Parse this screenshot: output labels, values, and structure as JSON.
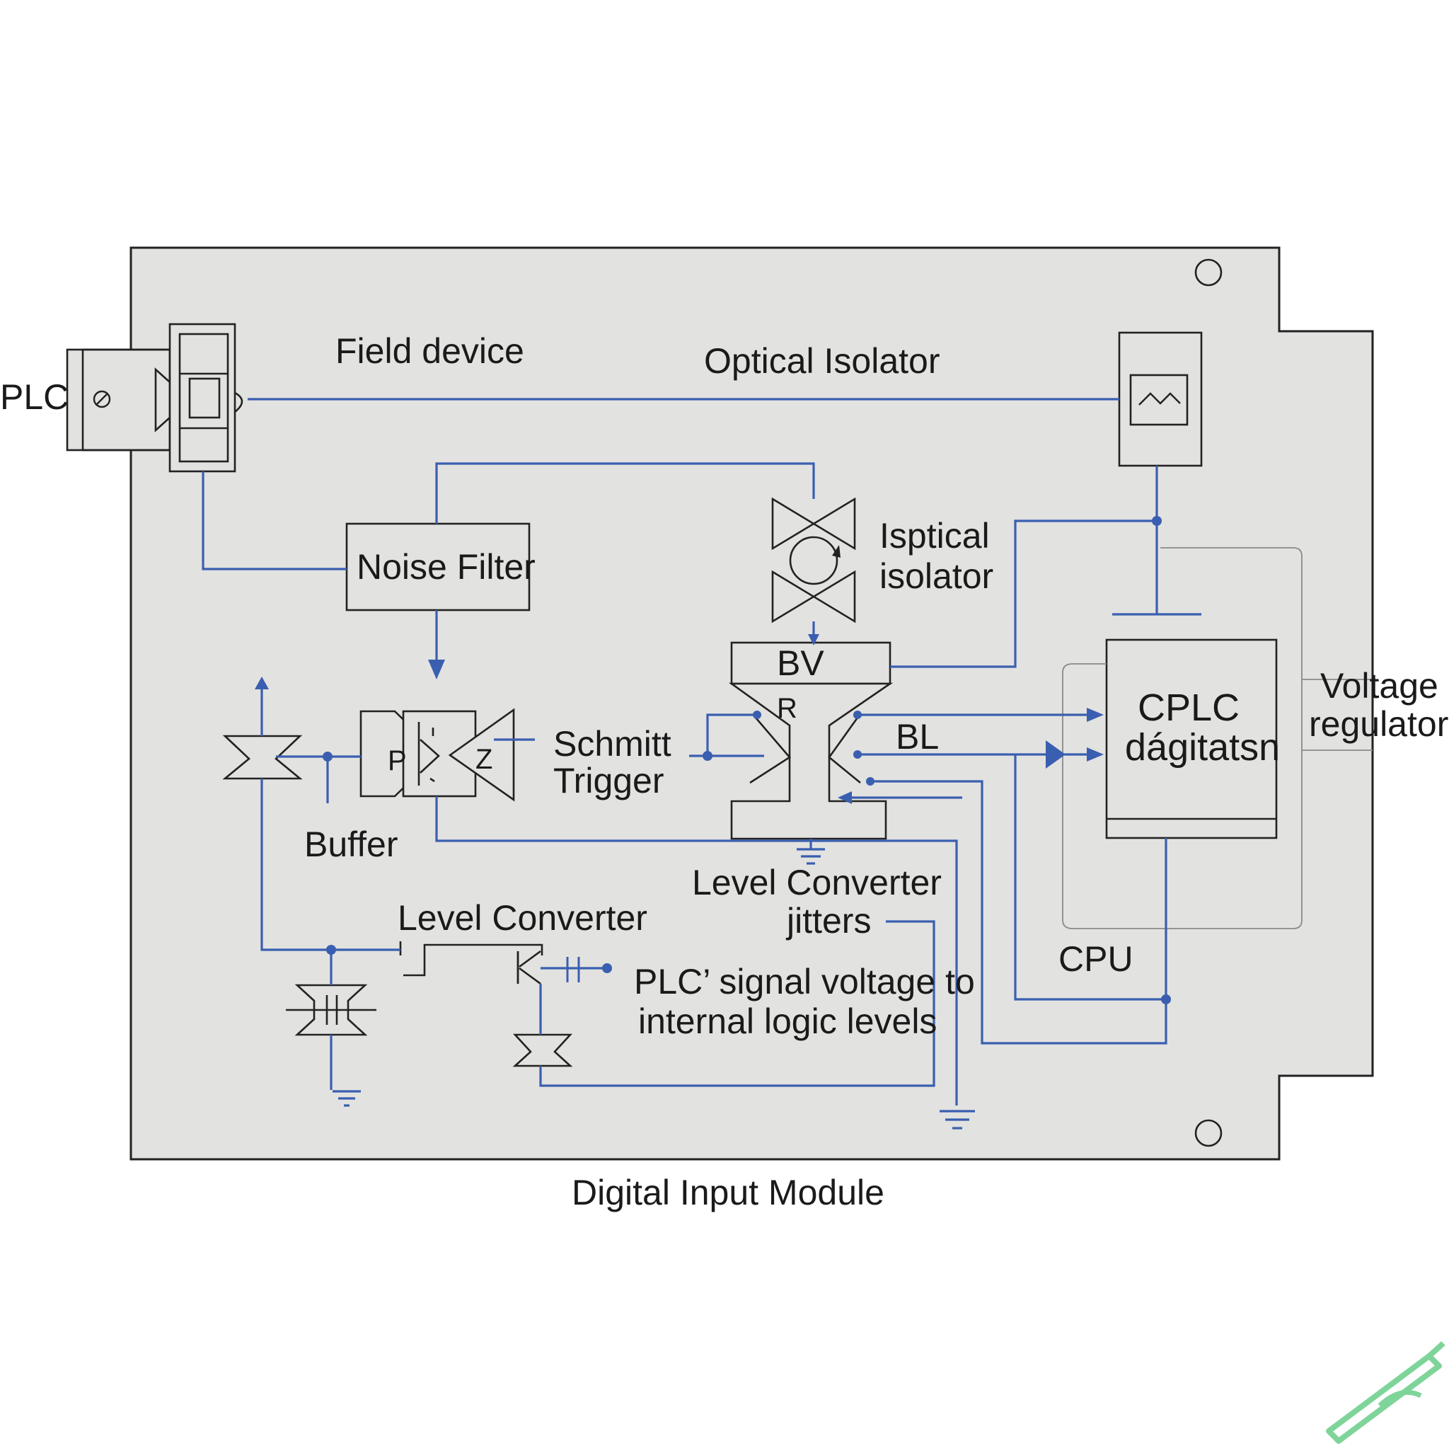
{
  "diagram": {
    "caption": "Digital Input Module",
    "labels": {
      "plc": "PLC",
      "field_device": "Field device",
      "optical_isolator": "Optical Isolator",
      "noise_filter": "Noise Filter",
      "isptical_line1": "Isptical",
      "isptical_line2": "isolator",
      "bv": "BV",
      "r": "R",
      "bl": "BL",
      "schmitt_line1": "Schmitt",
      "schmitt_line2": "Trigger",
      "p": "P",
      "z": "Z",
      "buffer": "Buffer",
      "level_converter": "Level Converter",
      "level_converter_jitters_line1": "Level Converter",
      "level_converter_jitters_line2": "jitters",
      "plc_signal_line1": "PLC’ signal voltage to",
      "plc_signal_line2": "internal logic levels",
      "cplc_line1": "CPLC",
      "cplc_line2": "dágitatsn",
      "cpu": "CPU",
      "voltage_line1": "Voltage",
      "voltage_line2": "regulators"
    }
  },
  "colors": {
    "board": "#e2e2e0",
    "outline": "#222222",
    "wire": "#3a5fb0",
    "logo": "#7fd49a"
  }
}
